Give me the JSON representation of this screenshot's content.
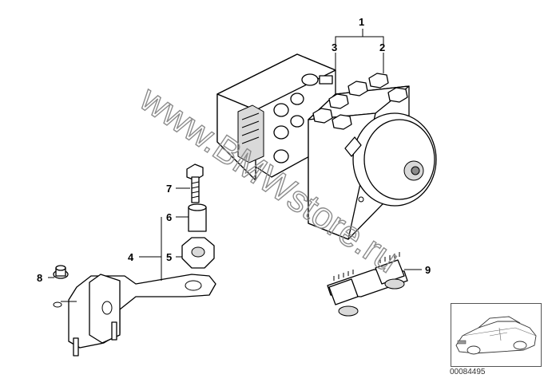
{
  "diagram": {
    "callouts": [
      {
        "id": "1",
        "label": "1"
      },
      {
        "id": "2",
        "label": "2"
      },
      {
        "id": "3",
        "label": "3"
      },
      {
        "id": "4",
        "label": "4"
      },
      {
        "id": "5",
        "label": "5"
      },
      {
        "id": "6",
        "label": "6"
      },
      {
        "id": "7",
        "label": "7"
      },
      {
        "id": "8",
        "label": "8"
      },
      {
        "id": "9",
        "label": "9"
      }
    ],
    "watermark": "www.BMWstore.ru",
    "reference_number": "00084495"
  }
}
